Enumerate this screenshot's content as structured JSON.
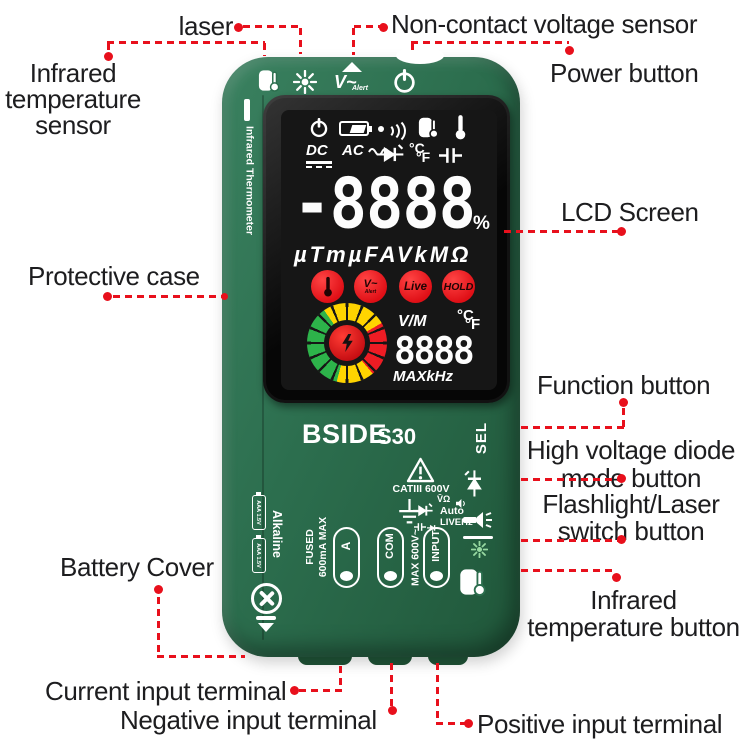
{
  "colors": {
    "body_green": "#2c6e4e",
    "callout_red": "#e8101c",
    "lcd_bg": "#161616",
    "button_red": "#e01017",
    "gauge_green": "#2db34a",
    "gauge_yellow": "#ffd400",
    "gauge_red": "#ed1c24",
    "laser_green": "#97d8a1",
    "label_text": "#1d1d1f"
  },
  "callouts": {
    "laser": "laser",
    "ncv": "Non-contact voltage sensor",
    "ir_sensor": [
      "Infrared",
      "temperature",
      "sensor"
    ],
    "power": "Power button",
    "lcd": "LCD Screen",
    "case": "Protective case",
    "function": "Function button",
    "hv_diode": [
      "High voltage diode",
      "mode button"
    ],
    "flash": [
      "Flashlight/Laser",
      "switch button"
    ],
    "ir_button": [
      "Infrared",
      "temperature button"
    ],
    "battery": "Battery Cover",
    "current": "Current input terminal",
    "negative": "Negative input terminal",
    "positive": "Positive input terminal"
  },
  "device": {
    "brand": "BSIDE",
    "model": "S30",
    "sel": "SEL",
    "side_strip": "Infrared Thermometer",
    "top": {
      "valert_v": "V~",
      "valert_sub": "Alert"
    },
    "lcd": {
      "dc": "DC",
      "ac": "AC",
      "main_value": "-8888",
      "percent": "%",
      "units": "µTmµFAVkMΩ",
      "btn_valert_v": "V~",
      "btn_valert_sub": "Alert",
      "btn_live": "Live",
      "btn_hold": "HOLD",
      "sub_label": "V/M",
      "sub_value": "8888",
      "sub_units": "MAXkHz",
      "deg_c": "°C",
      "deg_f": "°F"
    },
    "safety": {
      "cat": "CATIII 600V",
      "vohm": "V̄Ω",
      "auto": "Auto",
      "livehz": "LIVEHz"
    },
    "terminals": {
      "fused_1": "FUSED",
      "fused_2": "600mA MAX",
      "a": "A",
      "com": "COM",
      "input": "INPUT",
      "max_input": "MAX 600V~"
    },
    "battery": {
      "type": "Alkaline",
      "cell": "AAA 1.5V"
    }
  }
}
